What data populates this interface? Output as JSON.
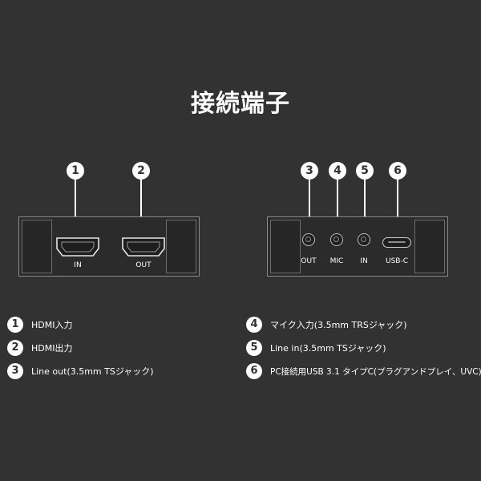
{
  "title": "接続端子",
  "left_panel": {
    "callouts": [
      "1",
      "2"
    ],
    "ports": [
      "IN",
      "OUT"
    ]
  },
  "right_panel": {
    "callouts": [
      "3",
      "4",
      "5",
      "6"
    ],
    "ports": [
      "OUT",
      "MIC",
      "IN",
      "USB-C"
    ]
  },
  "legend": [
    {
      "num": "1",
      "text": "HDMI入力"
    },
    {
      "num": "2",
      "text": "HDMI出力"
    },
    {
      "num": "3",
      "text": "Line out(3.5mm TSジャック)"
    },
    {
      "num": "4",
      "text": "マイク入力(3.5mm TRSジャック)"
    },
    {
      "num": "5",
      "text": "Line in(3.5mm TSジャック)"
    },
    {
      "num": "6",
      "text": "PC接続用USB 3.1 タイプC(プラグアンドプレイ、UVC)"
    }
  ]
}
